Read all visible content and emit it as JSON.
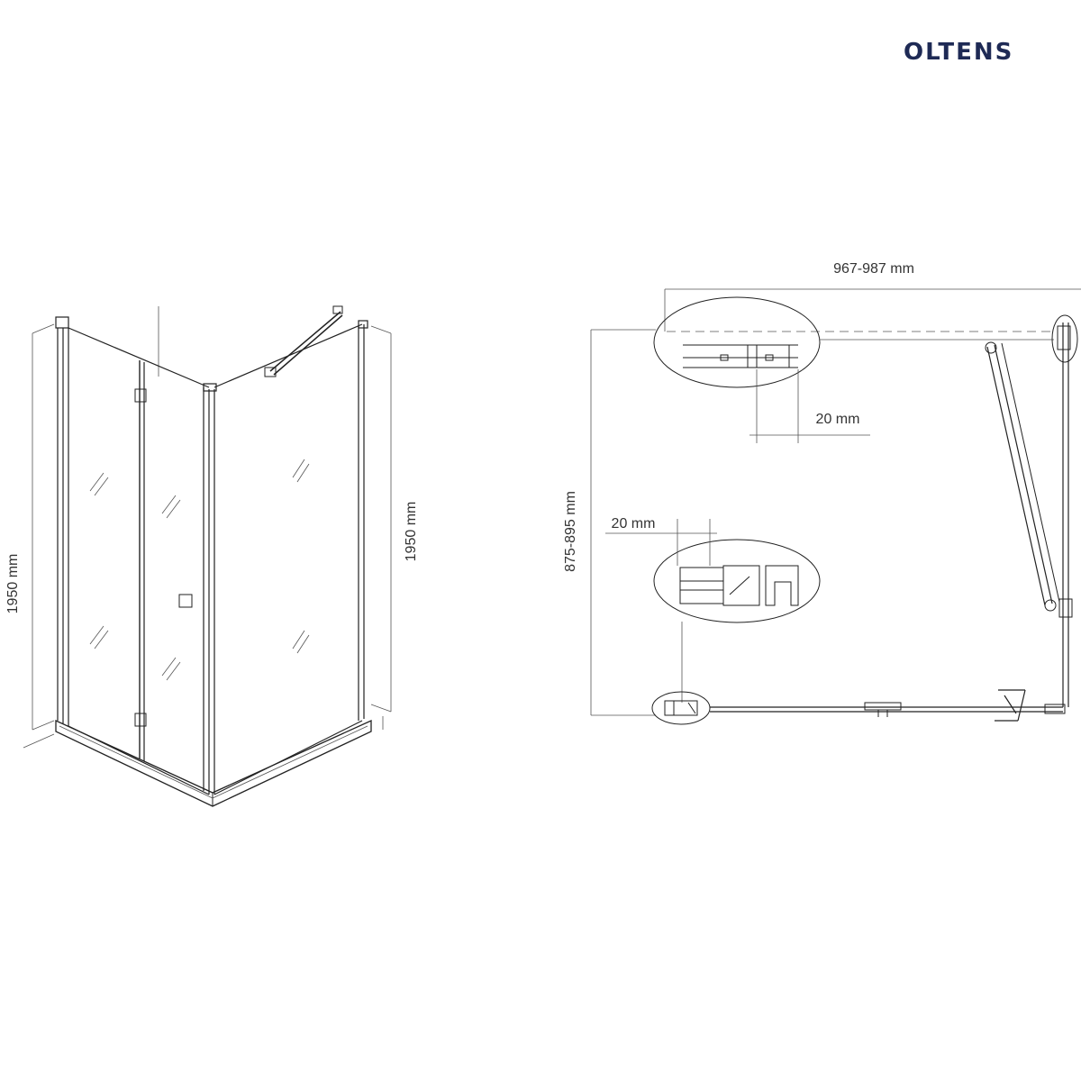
{
  "brand": {
    "name": "OLTENS",
    "color": "#1e2a55"
  },
  "perspective_view": {
    "height_left": "1950 mm",
    "height_right": "1950 mm"
  },
  "plan_view": {
    "width_top": "967-987 mm",
    "depth_left": "875-895 mm",
    "detail_top_gap": "20 mm",
    "detail_left_gap": "20 mm"
  }
}
